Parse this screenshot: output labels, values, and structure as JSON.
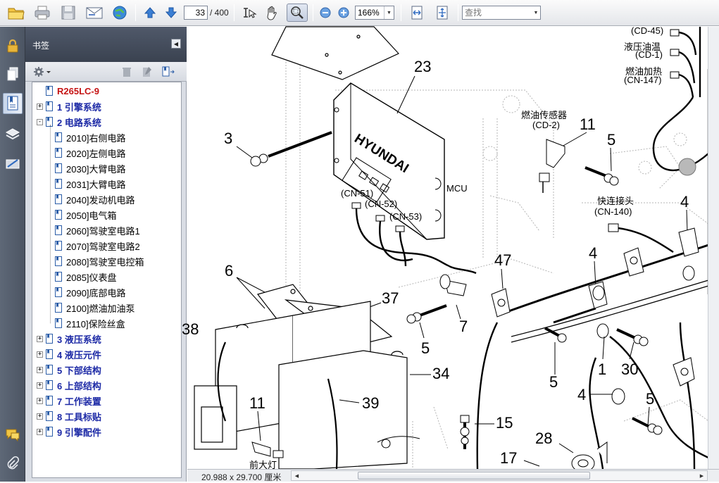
{
  "toolbar": {
    "page_number": "33",
    "page_total": "/ 400",
    "zoom": "166%",
    "search_placeholder": "查找",
    "icons": [
      "open-folder-icon",
      "print-icon",
      "save-icon",
      "email-icon",
      "web-icon",
      "prev-page-icon",
      "next-page-icon",
      "select-text-icon",
      "hand-icon",
      "zoom-tool-icon",
      "zoom-out-icon",
      "zoom-in-icon",
      "fit-width-icon",
      "fit-page-icon"
    ]
  },
  "nav_strip": {
    "icons": [
      "lock-icon",
      "pages-icon",
      "bookmarks-icon",
      "layers-icon",
      "signature-icon",
      "comments-icon",
      "attachment-icon"
    ]
  },
  "bookmarks": {
    "title": "书签",
    "items": [
      {
        "label": "R265LC-9",
        "level": 0,
        "toggle": "",
        "style": "red"
      },
      {
        "label": "1 引擎系统",
        "level": 0,
        "toggle": "+",
        "style": "blue"
      },
      {
        "label": "2 电路系统",
        "level": 0,
        "toggle": "-",
        "style": "blue"
      },
      {
        "label": "2010]右侧电路",
        "level": 1,
        "toggle": "",
        "style": "plain"
      },
      {
        "label": "2020]左侧电路",
        "level": 1,
        "toggle": "",
        "style": "plain"
      },
      {
        "label": "2030]大臂电路",
        "level": 1,
        "toggle": "",
        "style": "plain"
      },
      {
        "label": "2031]大臂电路",
        "level": 1,
        "toggle": "",
        "style": "plain"
      },
      {
        "label": "2040]发动机电路",
        "level": 1,
        "toggle": "",
        "style": "plain"
      },
      {
        "label": "2050]电气箱",
        "level": 1,
        "toggle": "",
        "style": "plain"
      },
      {
        "label": "2060]驾驶室电路1",
        "level": 1,
        "toggle": "",
        "style": "plain"
      },
      {
        "label": "2070]驾驶室电路2",
        "level": 1,
        "toggle": "",
        "style": "plain"
      },
      {
        "label": "2080]驾驶室电控箱",
        "level": 1,
        "toggle": "",
        "style": "plain"
      },
      {
        "label": "2085]仪表盘",
        "level": 1,
        "toggle": "",
        "style": "plain"
      },
      {
        "label": "2090]底部电路",
        "level": 1,
        "toggle": "",
        "style": "plain"
      },
      {
        "label": "2100]燃油加油泵",
        "level": 1,
        "toggle": "",
        "style": "plain"
      },
      {
        "label": "2110]保险丝盒",
        "level": 1,
        "toggle": "",
        "style": "plain"
      },
      {
        "label": "3 液压系统",
        "level": 0,
        "toggle": "+",
        "style": "blue"
      },
      {
        "label": "4 液压元件",
        "level": 0,
        "toggle": "+",
        "style": "blue"
      },
      {
        "label": "5 下部结构",
        "level": 0,
        "toggle": "+",
        "style": "blue"
      },
      {
        "label": "6 上部结构",
        "level": 0,
        "toggle": "+",
        "style": "blue"
      },
      {
        "label": "7 工作装置",
        "level": 0,
        "toggle": "+",
        "style": "blue"
      },
      {
        "label": "8 工具标贴",
        "level": 0,
        "toggle": "+",
        "style": "blue"
      },
      {
        "label": "9 引擎配件",
        "level": 0,
        "toggle": "+",
        "style": "blue"
      }
    ]
  },
  "drawing": {
    "brand": "HYUNDAI",
    "labels": {
      "mcu": "MCU",
      "cn51": "(CN-51)",
      "cn52": "(CN-52)",
      "cn53": "(CN-53)",
      "fuel_sensor": "燃油传感器",
      "cd2": "(CD-2)",
      "quick_connector": "快连接头",
      "cn140": "(CN-140)",
      "hyd_oil_temp": "液压油温",
      "cd1": "(CD-1)",
      "fuel_heat": "燃油加热",
      "cn147": "(CN-147)",
      "cd45": "(CD-45)",
      "front_lamp": "前大灯"
    },
    "callouts": [
      "23",
      "3",
      "11",
      "5",
      "4",
      "47",
      "4",
      "6",
      "37",
      "38",
      "34",
      "39",
      "5",
      "7",
      "5",
      "1",
      "30",
      "4",
      "5",
      "11",
      "15",
      "28",
      "17"
    ]
  },
  "status": {
    "page_size": "20.988 x 29.700 厘米"
  }
}
